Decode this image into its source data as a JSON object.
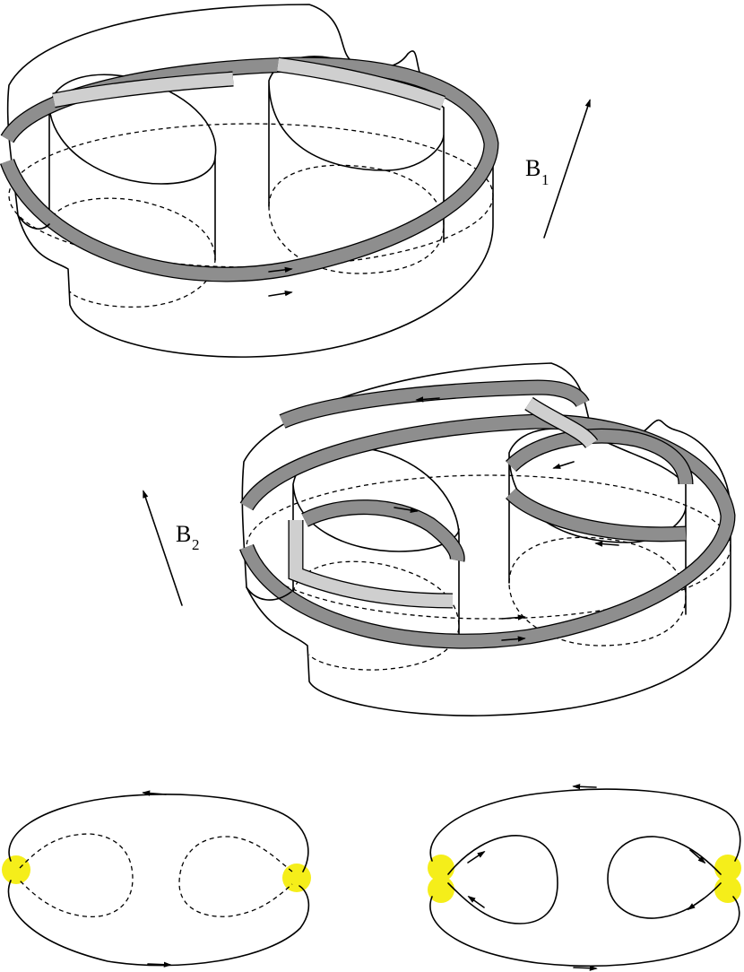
{
  "labels": {
    "b1_main": "B",
    "b1_sub": "1",
    "b2_main": "B",
    "b2_sub": "2"
  },
  "colors": {
    "band_dark": "#8e8e8e",
    "band_light": "#cfcfcf",
    "marker": "#f5ee1a",
    "stroke": "#000000"
  }
}
